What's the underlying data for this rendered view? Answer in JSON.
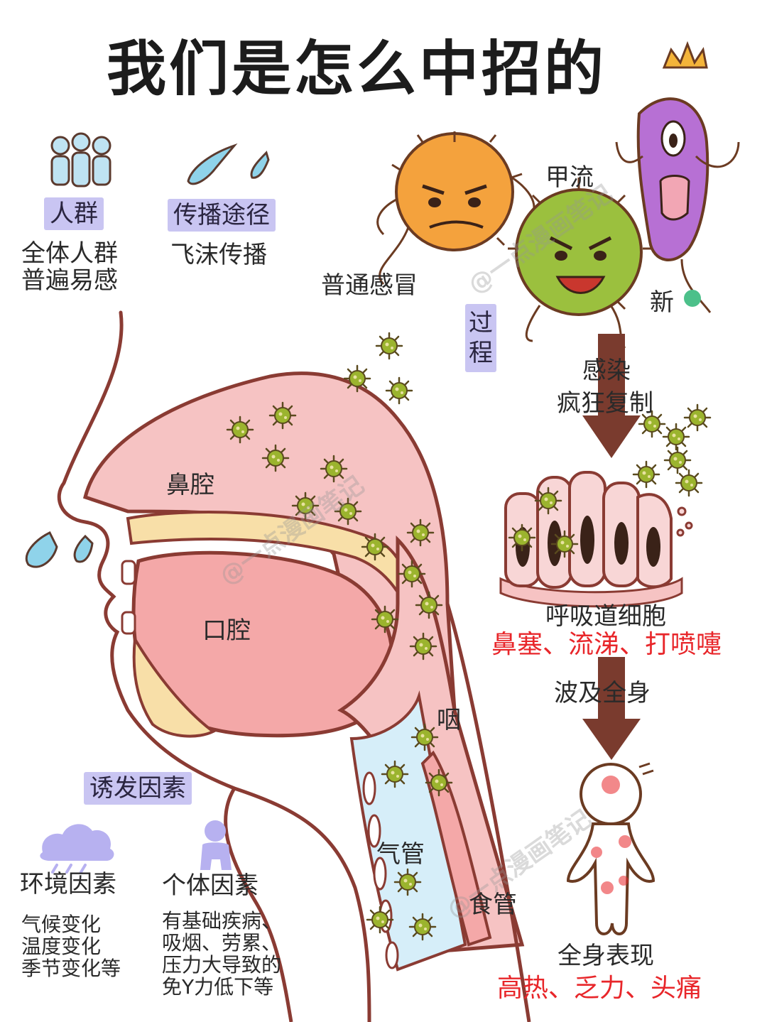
{
  "title": "我们是怎么中招的",
  "crowd": {
    "tag": "人群",
    "line1": "全体人群",
    "line2": "普遍易感"
  },
  "route": {
    "tag": "传播途径",
    "text": "飞沫传播"
  },
  "viruses": {
    "flu_a": "甲流",
    "common_cold": "普通感冒",
    "new": "新"
  },
  "process_tag": "过程",
  "flow": {
    "infect": "感染",
    "replicate": "疯狂复制",
    "cells": "呼吸道细胞",
    "cells_symptoms": "鼻塞、流涕、打喷嚏",
    "spread": "波及全身",
    "systemic": "全身表现",
    "systemic_symptoms": "高热、乏力、头痛"
  },
  "anatomy": {
    "nasal": "鼻腔",
    "oral": "口腔",
    "pharynx": "咽",
    "trachea": "气管",
    "esophagus": "食管"
  },
  "triggers": {
    "tag": "诱发因素",
    "env_title": "环境因素",
    "env_lines": [
      "气候变化",
      "温度变化",
      "季节变化等"
    ],
    "ind_title": "个体因素",
    "ind_lines": [
      "有基础疾病、",
      "吸烟、劳累、",
      "压力大导致的",
      "免Y力低下等"
    ]
  },
  "watermark": "@一点漫画笔记",
  "colors": {
    "tag_bg": "#c9c5f2",
    "symptom_red": "#e8262a",
    "arrow_brown": "#7a3b2e",
    "tissue_pink": "#f6c3c3",
    "outline": "#8a3b33"
  }
}
